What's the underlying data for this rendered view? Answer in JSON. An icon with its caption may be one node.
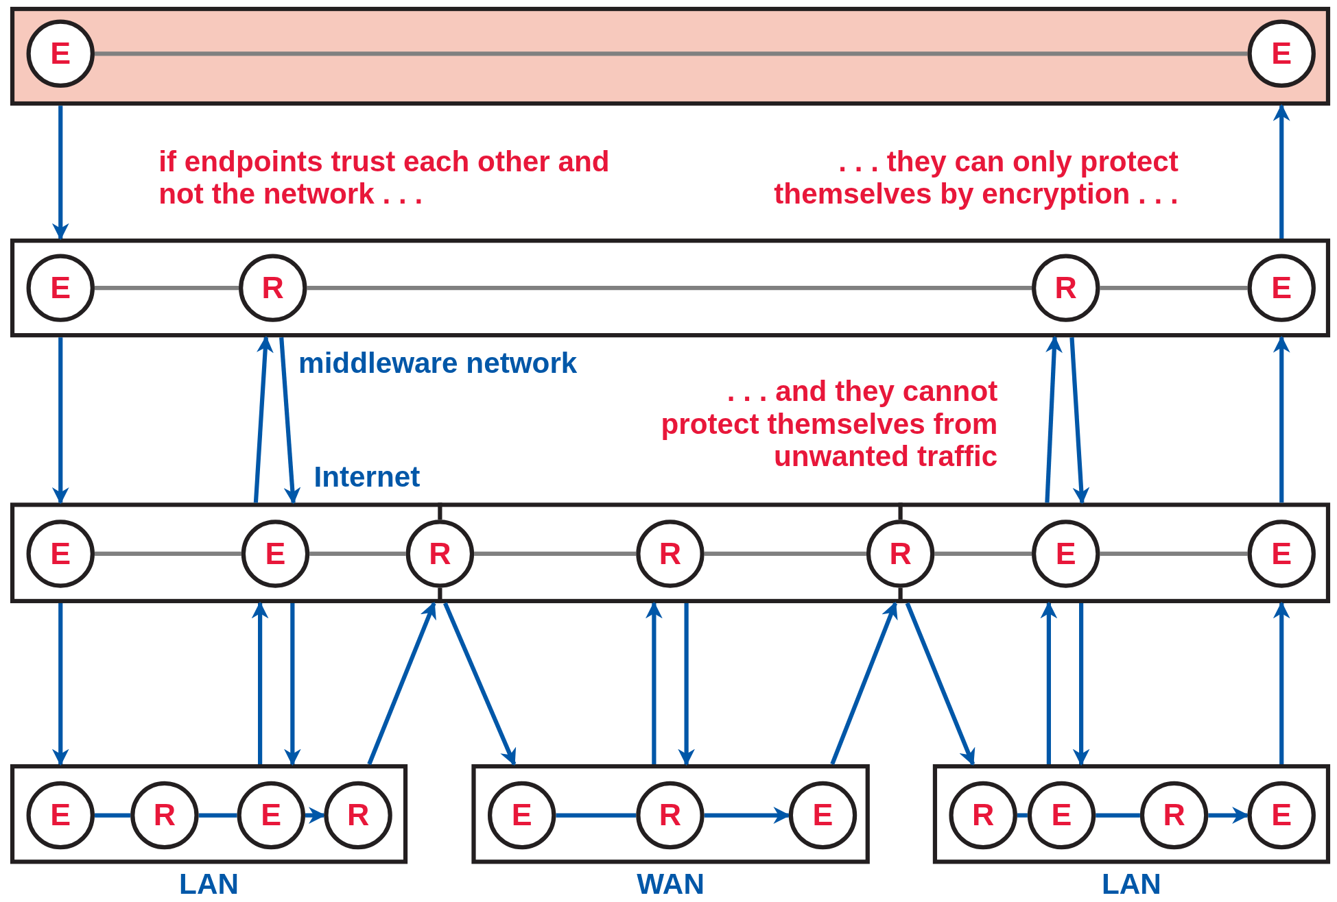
{
  "diagram": {
    "nodes": [
      {
        "text": [],
        "shape": "box"
      },
      {
        "text": [
          "E"
        ],
        "in": 0
      },
      {
        "text": [
          "E"
        ],
        "in": 0
      },
      {
        "text": [],
        "shape": "box"
      },
      {
        "text": [
          "E"
        ],
        "in": 3
      },
      {
        "text": [
          "R"
        ],
        "in": 3
      },
      {
        "text": [
          "R"
        ],
        "in": 3
      },
      {
        "text": [
          "E"
        ],
        "in": 3
      },
      {
        "text": [],
        "shape": "box"
      },
      {
        "text": [
          "E"
        ],
        "in": 8
      },
      {
        "text": [
          "E"
        ],
        "in": 8
      },
      {
        "text": [
          "R"
        ],
        "in": 8
      },
      {
        "text": [
          "R"
        ],
        "in": 8
      },
      {
        "text": [
          "R"
        ],
        "in": 8
      },
      {
        "text": [
          "E"
        ],
        "in": 8
      },
      {
        "text": [
          "E"
        ],
        "in": 8
      },
      {
        "text": [],
        "shape": "box",
        "beside": [
          "LAN"
        ]
      },
      {
        "text": [
          "E"
        ],
        "in": 16
      },
      {
        "text": [
          "R"
        ],
        "in": 16
      },
      {
        "text": [
          "E"
        ],
        "in": 16
      },
      {
        "text": [
          "R"
        ],
        "in": 16
      },
      {
        "text": [],
        "shape": "box",
        "beside": [
          "WAN"
        ]
      },
      {
        "text": [
          "E"
        ],
        "in": 21
      },
      {
        "text": [
          "R"
        ],
        "in": 21
      },
      {
        "text": [
          "E"
        ],
        "in": 21
      },
      {
        "text": [],
        "shape": "box",
        "beside": [
          "LAN"
        ]
      },
      {
        "text": [
          "R"
        ],
        "in": 25
      },
      {
        "text": [
          "E"
        ],
        "in": 25
      },
      {
        "text": [
          "R"
        ],
        "in": 25
      },
      {
        "text": [
          "E"
        ],
        "in": 25
      }
    ],
    "edges": [
      {
        "from": 1,
        "to": 2,
        "arrow": "none",
        "color": "#808080"
      },
      {
        "from": 4,
        "to": 5,
        "arrow": "none",
        "color": "#808080"
      },
      {
        "from": 5,
        "to": 6,
        "arrow": "none",
        "color": "#808080"
      },
      {
        "from": 6,
        "to": 7,
        "arrow": "none",
        "color": "#808080"
      },
      {
        "from": 9,
        "to": 10,
        "arrow": "none",
        "color": "#808080"
      },
      {
        "from": 10,
        "to": 11,
        "arrow": "none",
        "color": "#808080"
      },
      {
        "from": 11,
        "to": 12,
        "arrow": "none",
        "color": "#808080"
      },
      {
        "from": 12,
        "to": 13,
        "arrow": "none",
        "color": "#808080"
      },
      {
        "from": 13,
        "to": 14,
        "arrow": "none",
        "color": "#808080"
      },
      {
        "from": 14,
        "to": 15,
        "arrow": "none",
        "color": "#808080"
      },
      {
        "from": 17,
        "to": 18,
        "arrow": "none"
      },
      {
        "from": 18,
        "to": 19,
        "arrow": "none"
      },
      {
        "from": 19,
        "to": 20,
        "arrow": "to"
      },
      {
        "from": 22,
        "to": 23,
        "arrow": "none"
      },
      {
        "from": 23,
        "to": 24,
        "arrow": "to"
      },
      {
        "from": 26,
        "to": 27,
        "arrow": "none"
      },
      {
        "from": 27,
        "to": 28,
        "arrow": "none"
      },
      {
        "from": 28,
        "to": 29,
        "arrow": "to"
      },
      {
        "from": 0,
        "to": 3,
        "arrow": "to"
      },
      {
        "from": 3,
        "to": 0,
        "arrow": "to"
      },
      {
        "from": 3,
        "to": 8,
        "arrow": "to"
      },
      {
        "from": 8,
        "to": 3,
        "arrow": "to"
      },
      {
        "from": 3,
        "to": 8,
        "arrow": "to"
      },
      {
        "from": 8,
        "to": 3,
        "arrow": "to"
      },
      {
        "from": 3,
        "to": 8,
        "arrow": "to"
      },
      {
        "from": 8,
        "to": 3,
        "arrow": "to"
      },
      {
        "from": 8,
        "to": 16,
        "arrow": "to"
      },
      {
        "from": 16,
        "to": 8,
        "arrow": "to"
      },
      {
        "from": 8,
        "to": 16,
        "arrow": "to"
      },
      {
        "from": 16,
        "to": 8,
        "arrow": "to"
      },
      {
        "from": 8,
        "to": 21,
        "arrow": "to"
      },
      {
        "from": 21,
        "to": 8,
        "arrow": "to"
      },
      {
        "from": 8,
        "to": 21,
        "arrow": "to"
      },
      {
        "from": 21,
        "to": 8,
        "arrow": "to"
      },
      {
        "from": 8,
        "to": 25,
        "arrow": "to"
      },
      {
        "from": 25,
        "to": 8,
        "arrow": "to"
      },
      {
        "from": 8,
        "to": 25,
        "arrow": "to"
      },
      {
        "from": 25,
        "to": 8,
        "arrow": "to"
      }
    ],
    "labels": [
      "if endpoints trust each other and not the network . . .",
      ". . . they can only protect themselves by encryption . . .",
      "middleware network",
      ". . . and they cannot protect themselves from unwanted traffic",
      "Internet"
    ]
  }
}
